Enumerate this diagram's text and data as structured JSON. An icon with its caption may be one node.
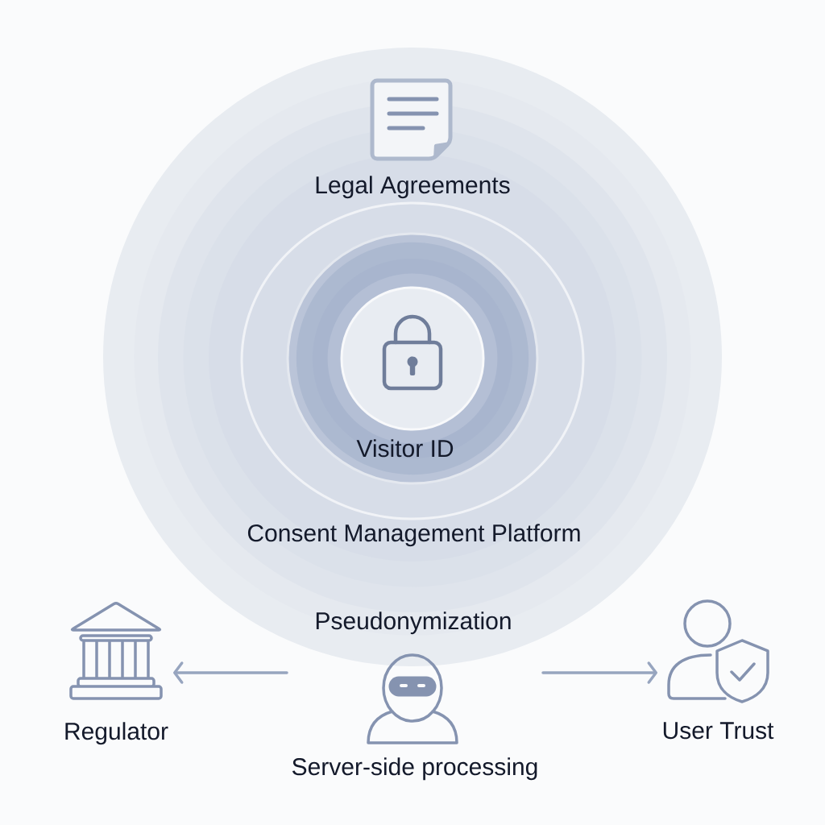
{
  "diagram": {
    "nodes": [
      {
        "text": [
          "Pseudonymization"
        ]
      },
      {
        "text": [
          "Legal Agreements",
          "Consent Management Platform"
        ],
        "in": 0
      },
      {
        "text": [
          "Visitor ID"
        ],
        "in": 1
      },
      {
        "text": [],
        "shape": "circle",
        "in": 2
      },
      {
        "text": [
          "Regulator"
        ]
      },
      {
        "text": [
          "Server-side processing"
        ]
      },
      {
        "text": [
          "User Trust"
        ]
      }
    ],
    "edges": [
      {
        "from": 5,
        "to": 4,
        "arrow": "to"
      },
      {
        "from": 5,
        "to": 6,
        "arrow": "to"
      }
    ]
  }
}
